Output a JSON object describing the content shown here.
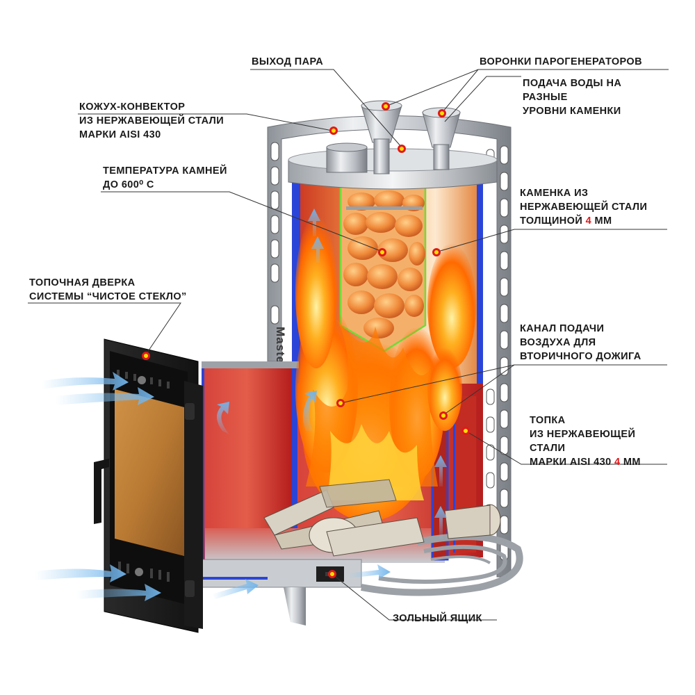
{
  "colors": {
    "accent_red": "#e0191b",
    "leader_line": "#333333",
    "marker_yellow": "#ffe100",
    "marker_red": "#e0191b",
    "panel_blue": "#2b44d8",
    "chamber_red": "#c81e1e",
    "flame_orange": "#ff8a00",
    "steel": "#b8bcc2",
    "door_black": "#1d1d1d",
    "glass_amber": "#c98a3e",
    "air_blue": "#8fc7f2"
  },
  "brand": {
    "stamp_text": "Master"
  },
  "labels": {
    "steam_outlet": "ВЫХОД ПАРА",
    "funnels": "ВОРОНКИ ПАРОГЕНЕРАТОРОВ",
    "water_supply": [
      "ПОДАЧА ВОДЫ НА",
      "РАЗНЫЕ",
      "УРОВНИ КАМЕНКИ"
    ],
    "casing": [
      "КОЖУХ-КОНВЕКТОР",
      "ИЗ НЕРЖАВЕЮЩЕЙ СТАЛИ",
      "МАРКИ AISI 430"
    ],
    "stone_temp": [
      "ТЕМПЕРАТУРА КАМНЕЙ",
      "ДО 600⁰ С"
    ],
    "heater": {
      "line1": "КАМЕНКА ИЗ",
      "line2": "НЕРЖАВЕЮЩЕЙ СТАЛИ",
      "line3_prefix": "ТОЛЩИНОЙ ",
      "line3_value": "4",
      "line3_suffix": " ММ"
    },
    "door": [
      "ТОПОЧНАЯ ДВЕРКА",
      "СИСТЕМЫ “ЧИСТОЕ СТЕКЛО”"
    ],
    "air_channel": [
      "КАНАЛ ПОДАЧИ",
      "ВОЗДУХА ДЛЯ",
      "ВТОРИЧНОГО ДОЖИГА"
    ],
    "firebox": {
      "line1": "ТОПКА",
      "line2": "ИЗ НЕРЖАВЕЮЩЕЙ",
      "line3": "СТАЛИ",
      "line4_prefix": "МАРКИ AISI 430 ",
      "line4_value": "4",
      "line4_suffix": " ММ"
    },
    "ash_box": "ЗОЛЬНЫЙ ЯЩИК"
  }
}
